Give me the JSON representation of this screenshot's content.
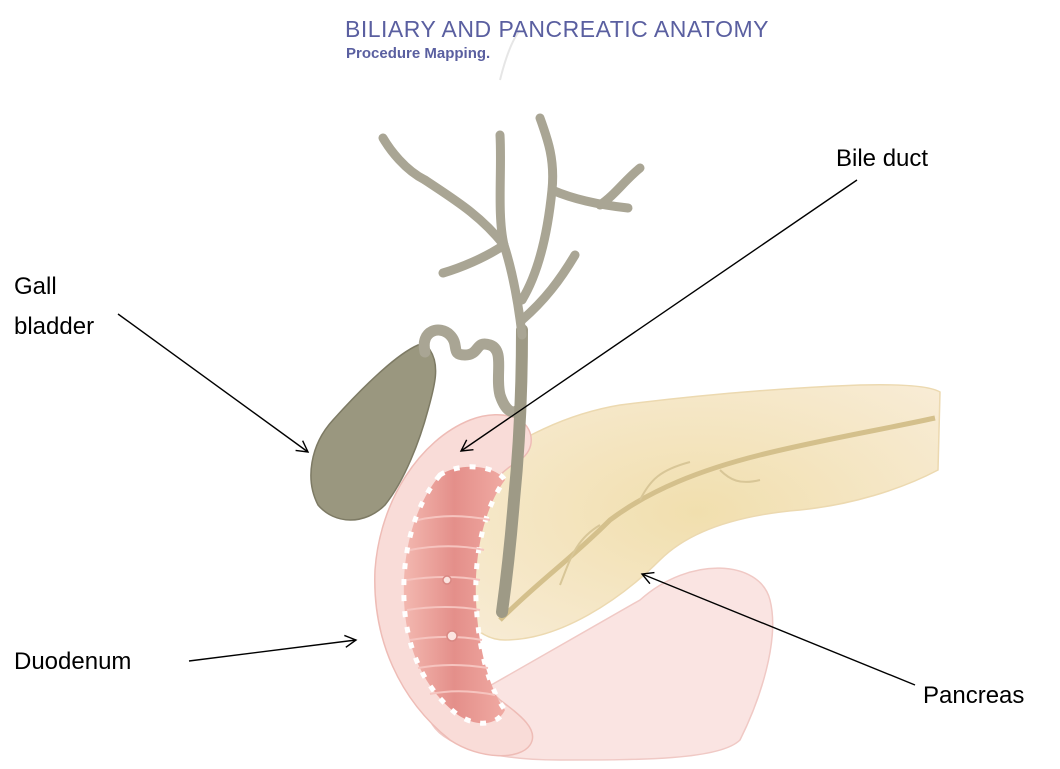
{
  "header": {
    "title": "BILIARY AND PANCREATIC ANATOMY",
    "subtitle": "Procedure Mapping."
  },
  "labels": {
    "bile_duct": "Bile duct",
    "gall_bladder_line1": "Gall",
    "gall_bladder_line2": "bladder",
    "duodenum": "Duodenum",
    "pancreas": "Pancreas"
  },
  "colors": {
    "header_text": "#5a5fa0",
    "duct_fill": "#a9a594",
    "gallbladder_fill": "#9a977f",
    "duodenum_outer": "#f9dcd8",
    "duodenum_mucosa": "#e7928f",
    "pancreas_fill": "#f4e6c2"
  }
}
